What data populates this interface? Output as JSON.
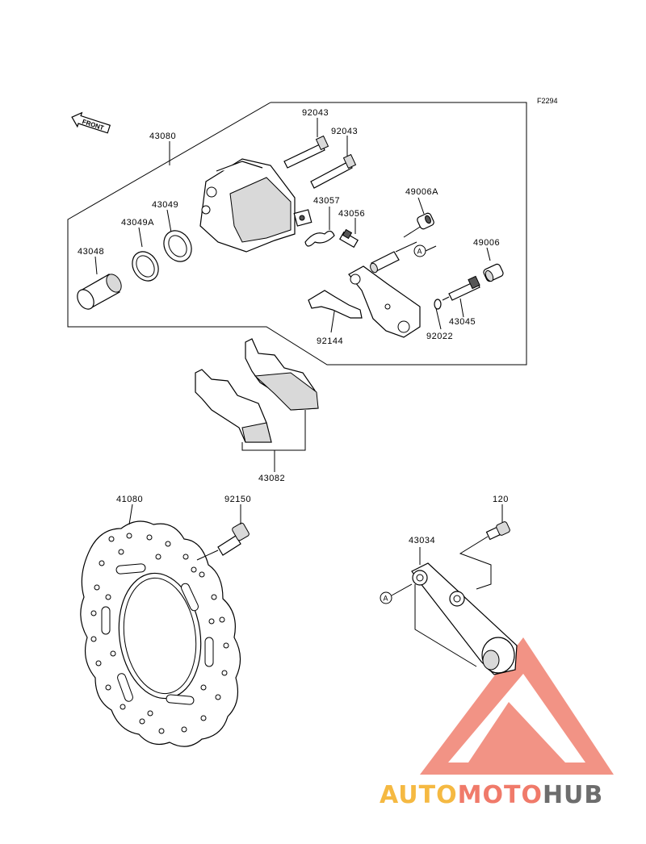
{
  "figure_code": "F2294",
  "front_label": "FRONT",
  "ref_marker": "A",
  "watermark": {
    "part1": "AUTO",
    "part2": "MOTO",
    "part3": "HUB",
    "color1": "#f5b942",
    "color2": "#f07a6a",
    "color3": "#6d6d6d",
    "triangle_color": "#f08070"
  },
  "parts": {
    "p43080": "43080",
    "p92043a": "92043",
    "p92043b": "92043",
    "p43057": "43057",
    "p43056": "43056",
    "p49006A": "49006A",
    "p49006": "49006",
    "p43049": "43049",
    "p43049A": "43049A",
    "p43048": "43048",
    "p92144": "92144",
    "p92022": "92022",
    "p43045": "43045",
    "p43082": "43082",
    "p41080": "41080",
    "p92150": "92150",
    "p120": "120",
    "p43034": "43034"
  }
}
